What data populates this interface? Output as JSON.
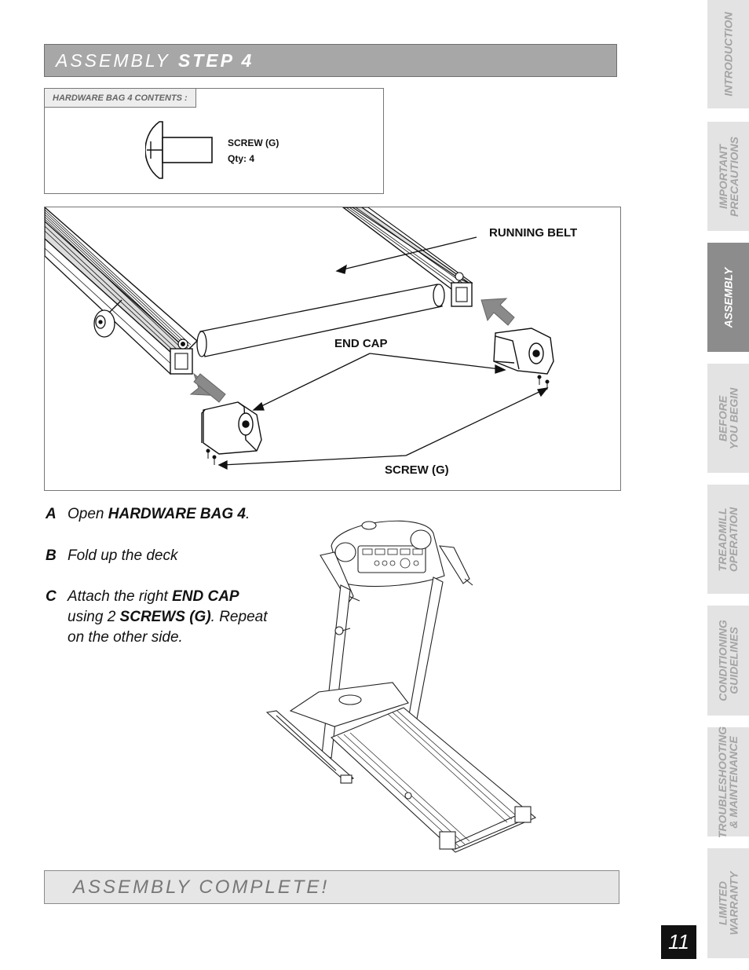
{
  "step_banner": {
    "prefix": "ASSEMBLY",
    "step": "STEP 4"
  },
  "hardware": {
    "tab_label": "HARDWARE BAG 4 CONTENTS :",
    "item_name": "SCREW (G)",
    "item_qty": "Qty: 4"
  },
  "diagram_labels": {
    "running_belt": "RUNNING BELT",
    "end_cap": "END CAP",
    "screw": "SCREW (G)"
  },
  "instructions": [
    {
      "letter": "A",
      "parts": [
        {
          "t": "Open "
        },
        {
          "t": "HARDWARE BAG 4",
          "b": true
        },
        {
          "t": "."
        }
      ]
    },
    {
      "letter": "B",
      "parts": [
        {
          "t": "Fold up the deck"
        }
      ]
    },
    {
      "letter": "C",
      "parts": [
        {
          "t": "Attach the right "
        },
        {
          "t": "END CAP",
          "b": true
        },
        {
          "t": " using 2 "
        },
        {
          "t": "SCREWS (G)",
          "b": true
        },
        {
          "t": ". Repeat on the other side."
        }
      ]
    }
  ],
  "complete_banner": "ASSEMBLY COMPLETE!",
  "side_tabs": [
    {
      "lines": [
        "INTRODUCTION"
      ],
      "active": false
    },
    {
      "lines": [
        "IMPORTANT",
        "PRECAUTIONS"
      ],
      "active": false
    },
    {
      "lines": [
        "ASSEMBLY"
      ],
      "active": true
    },
    {
      "lines": [
        "BEFORE",
        "YOU BEGIN"
      ],
      "active": false
    },
    {
      "lines": [
        "TREADMILL",
        "OPERATION"
      ],
      "active": false
    },
    {
      "lines": [
        "CONDITIONING",
        "GUIDELINES"
      ],
      "active": false
    },
    {
      "lines": [
        "TROUBLESHOOTING",
        "& MAINTENANCE"
      ],
      "active": false
    },
    {
      "lines": [
        "LIMITED",
        "WARRANTY"
      ],
      "active": false
    }
  ],
  "page_number": "11"
}
